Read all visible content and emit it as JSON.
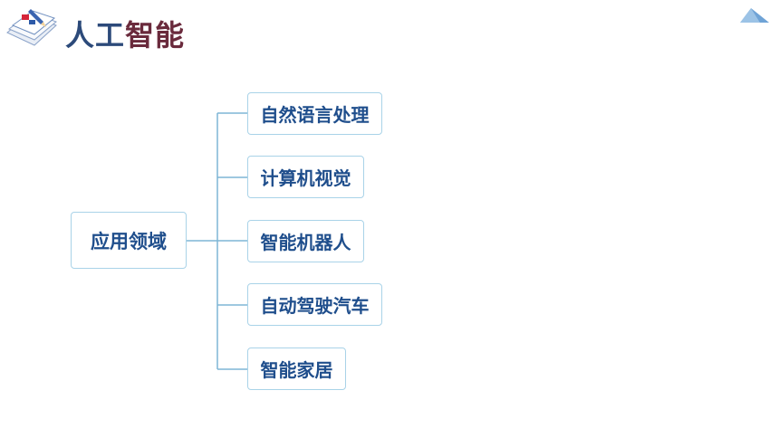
{
  "header": {
    "title_part1": "人工",
    "title_part2": "智能"
  },
  "diagram": {
    "root": "应用领域",
    "branches": [
      "自然语言处理",
      "计算机视觉",
      "智能机器人",
      "自动驾驶汽车",
      "智能家居"
    ]
  },
  "colors": {
    "title_blue": "#2c4a7a",
    "title_maroon": "#6a2a3c",
    "node_text": "#1f4e8c",
    "node_border": "#a9d3e8",
    "connector": "#7eb6d6",
    "corner_triangle": "#9cc3e6"
  },
  "icons": {
    "logo": "books-pencil-icon",
    "corner": "triangle-icon"
  }
}
